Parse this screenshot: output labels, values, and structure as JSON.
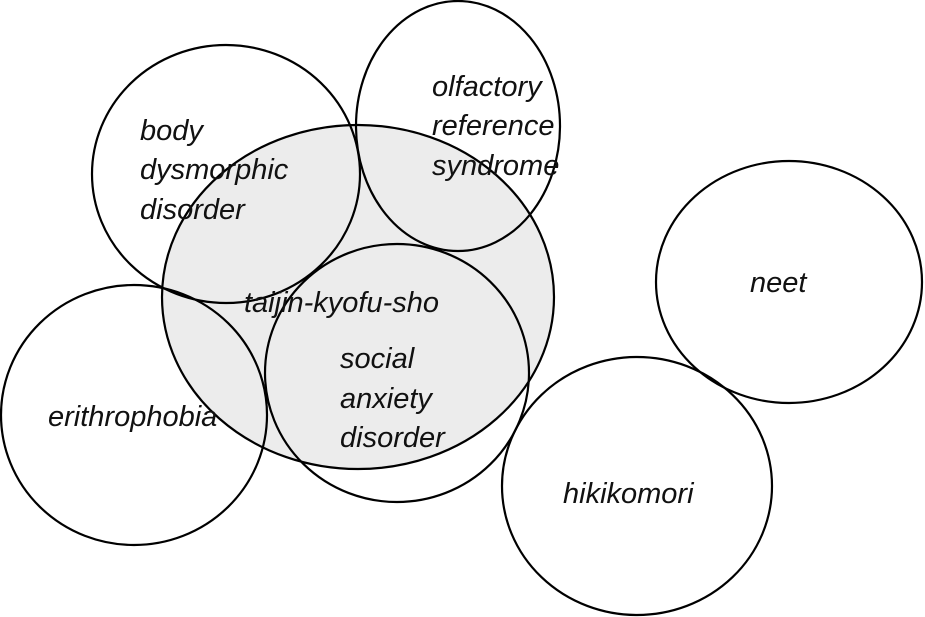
{
  "diagram": {
    "colors": {
      "taijin_fill": "#ececec",
      "outline": "#000000",
      "text": "#111111"
    },
    "labels": {
      "body_dysmorphic": [
        "body",
        "dysmorphic",
        "disorder"
      ],
      "olfactory": [
        "olfactory",
        "reference",
        "syndrome"
      ],
      "taijin": "taijin-kyofu-sho",
      "social_anxiety": [
        "social",
        "anxiety",
        "disorder"
      ],
      "erithrophobia": "erithrophobia",
      "neet": "neet",
      "hikikomori": "hikikomori"
    }
  }
}
